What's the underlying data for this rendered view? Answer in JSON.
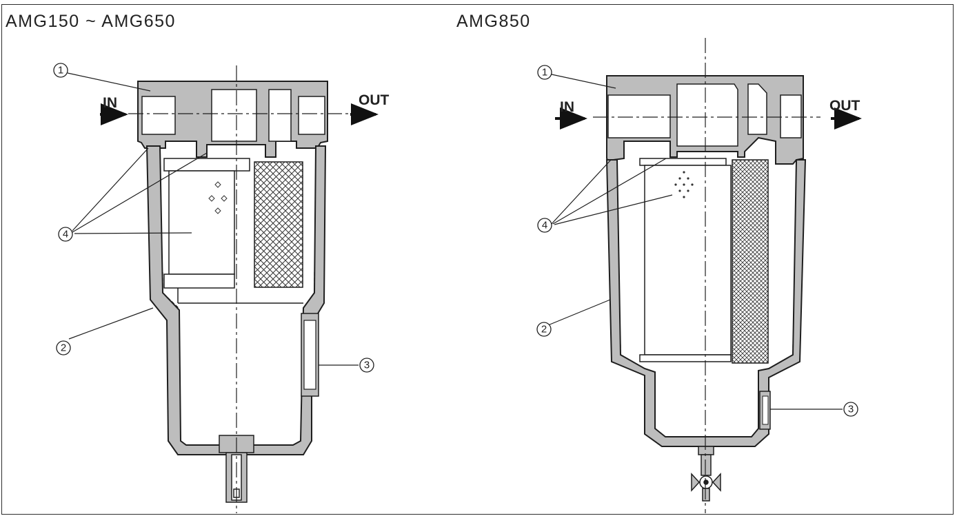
{
  "titles": {
    "left": "AMG150 ~ AMG650",
    "right": "AMG850"
  },
  "flow": {
    "in": "IN",
    "out": "OUT"
  },
  "callouts": {
    "c1": "1",
    "c2": "2",
    "c3": "3",
    "c4": "4"
  },
  "colors": {
    "housing": "#bdbdbd",
    "line": "#1e1e1e",
    "border": "#2b2b2b"
  }
}
